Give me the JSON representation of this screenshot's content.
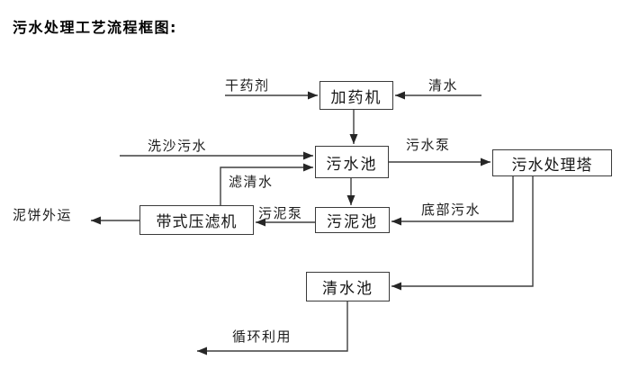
{
  "title": "污水处理工艺流程框图:",
  "colors": {
    "background": "#ffffff",
    "line": "#3f3f3f",
    "box_border": "#3a3a3a",
    "text": "#000000"
  },
  "diagram": {
    "type": "flowchart",
    "nodes": [
      {
        "id": "dosing-machine",
        "label": "加药机"
      },
      {
        "id": "sewage-pool",
        "label": "污水池"
      },
      {
        "id": "sewage-treatment-tower",
        "label": "污水处理塔"
      },
      {
        "id": "belt-filter-press",
        "label": "带式压滤机"
      },
      {
        "id": "sludge-pool",
        "label": "污泥池"
      },
      {
        "id": "clean-water-pool",
        "label": "清水池"
      }
    ],
    "edge_labels": [
      {
        "id": "dry-chemical",
        "label": "干药剂"
      },
      {
        "id": "clean-water",
        "label": "清水"
      },
      {
        "id": "sand-washing-sewage",
        "label": "洗沙污水"
      },
      {
        "id": "filtered-water",
        "label": "滤清水"
      },
      {
        "id": "sewage-pump",
        "label": "污水泵"
      },
      {
        "id": "bottom-sewage",
        "label": "底部污水"
      },
      {
        "id": "sludge-pump",
        "label": "污泥泵"
      },
      {
        "id": "mud-cake-out",
        "label": "泥饼外运"
      },
      {
        "id": "recycling",
        "label": "循环利用"
      }
    ],
    "edges": [
      {
        "from": "干药剂",
        "to": "加药机",
        "label": ""
      },
      {
        "from": "清水",
        "to": "加药机",
        "label": ""
      },
      {
        "from": "加药机",
        "to": "污水池",
        "label": ""
      },
      {
        "from": "洗沙污水",
        "to": "污水池",
        "label": ""
      },
      {
        "from": "带式压滤机",
        "to": "污水池",
        "label": "滤清水"
      },
      {
        "from": "污水池",
        "to": "污水处理塔",
        "label": "污水泵"
      },
      {
        "from": "污水池",
        "to": "污泥池",
        "label": ""
      },
      {
        "from": "污水处理塔",
        "to": "污泥池",
        "label": "底部污水"
      },
      {
        "from": "污水处理塔",
        "to": "清水池",
        "label": ""
      },
      {
        "from": "污泥池",
        "to": "带式压滤机",
        "label": "污泥泵"
      },
      {
        "from": "带式压滤机",
        "to": "泥饼外运",
        "label": ""
      },
      {
        "from": "清水池",
        "to": "循环利用",
        "label": ""
      }
    ]
  }
}
